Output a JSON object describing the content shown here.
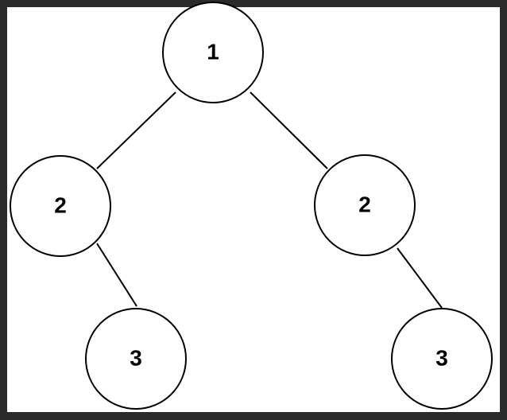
{
  "diagram": {
    "type": "binary-tree",
    "nodes": [
      {
        "id": "root",
        "label": "1"
      },
      {
        "id": "left",
        "label": "2"
      },
      {
        "id": "right",
        "label": "2"
      },
      {
        "id": "left-right",
        "label": "3"
      },
      {
        "id": "right-right",
        "label": "3"
      }
    ],
    "edges": [
      {
        "from": "root",
        "to": "left"
      },
      {
        "from": "root",
        "to": "right"
      },
      {
        "from": "left",
        "to": "left-right"
      },
      {
        "from": "right",
        "to": "right-right"
      }
    ]
  }
}
